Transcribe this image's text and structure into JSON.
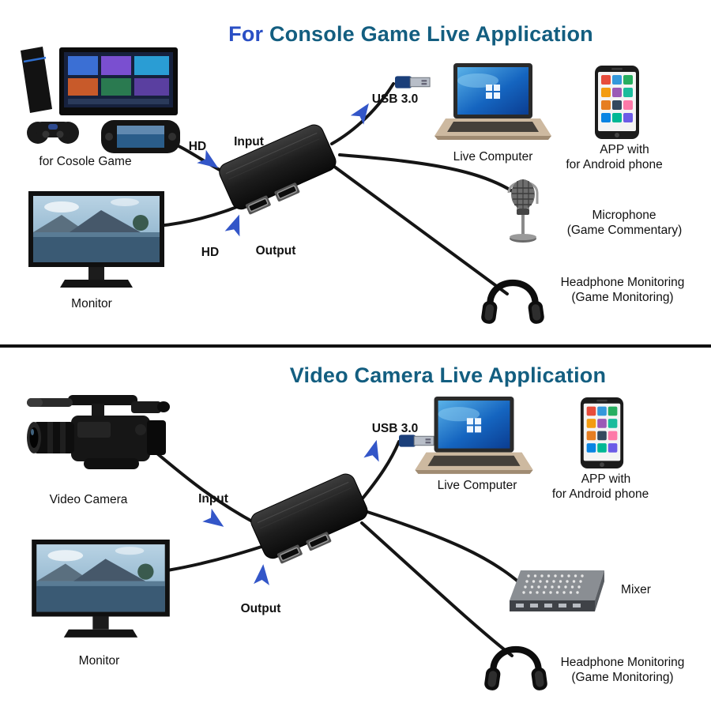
{
  "colors": {
    "background": "#ffffff",
    "divider": "#111111",
    "label": "#111111",
    "cable": "#151515",
    "arrow": "#3356c8",
    "title_prefix": "#2a4fc4",
    "title_main": "#135e80"
  },
  "console_section": {
    "title_prefix": "For",
    "title_main": "Console Game Live Application",
    "console_label": "for Cosole Game",
    "hd_in_label": "HD",
    "input_label": "Input",
    "usb_label": "USB 3.0",
    "computer_label": "Live Computer",
    "app_label_line1": "APP with",
    "app_label_line2": "for Android phone",
    "hd_out_label": "HD",
    "output_label": "Output",
    "monitor_label": "Monitor",
    "microphone_label": "Microphone",
    "microphone_sublabel": "(Game Commentary)",
    "headphone_label": "Headphone Monitoring",
    "headphone_sublabel": "(Game Monitoring)"
  },
  "camera_section": {
    "title_main": "Video Camera Live Application",
    "camera_label": "Video Camera",
    "input_label": "Input",
    "usb_label": "USB 3.0",
    "computer_label": "Live Computer",
    "app_label_line1": "APP with",
    "app_label_line2": "for Android phone",
    "output_label": "Output",
    "monitor_label": "Monitor",
    "mixer_label": "Mixer",
    "headphone_label": "Headphone Monitoring",
    "headphone_sublabel": "(Game Monitoring)"
  }
}
